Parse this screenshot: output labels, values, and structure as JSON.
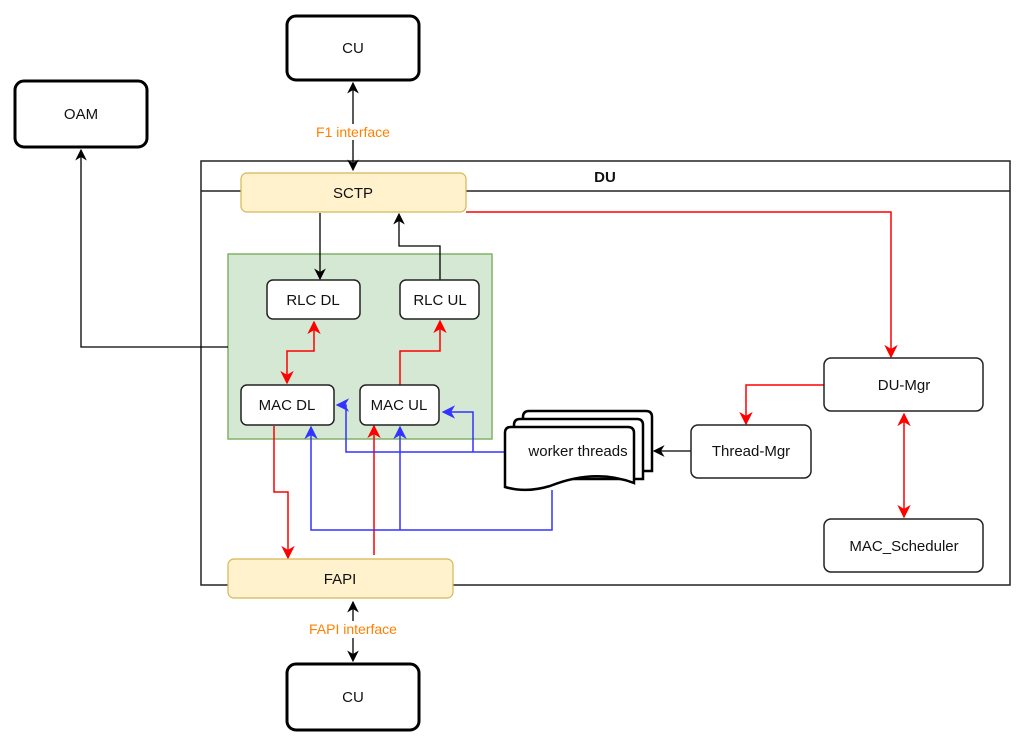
{
  "diagram": {
    "title": "DU",
    "external": {
      "cu_top": "CU",
      "oam": "OAM",
      "cu_bottom": "CU"
    },
    "interfaces": {
      "f1": "F1 interface",
      "fapi": "FAPI interface"
    },
    "nodes": {
      "sctp": "SCTP",
      "rlc_dl": "RLC DL",
      "rlc_ul": "RLC UL",
      "mac_dl": "MAC DL",
      "mac_ul": "MAC UL",
      "worker_threads": "worker threads",
      "thread_mgr": "Thread-Mgr",
      "du_mgr": "DU-Mgr",
      "mac_scheduler": "MAC_Scheduler",
      "fapi": "FAPI"
    },
    "colors": {
      "interface_label": "#ff8000",
      "control_edge": "#ff0000",
      "worker_edge": "#3333ff",
      "data_edge": "#000000",
      "layer_group_fill": "#d5e8d4",
      "adapter_fill": "#fff2cc"
    },
    "edges": [
      {
        "from": "CU",
        "to": "SCTP",
        "color": "black",
        "bidirectional": true,
        "label": "F1 interface"
      },
      {
        "from": "SCTP",
        "to": "RLC DL",
        "color": "black"
      },
      {
        "from": "RLC UL",
        "to": "SCTP",
        "color": "black"
      },
      {
        "from": "RLC/MAC group",
        "to": "OAM",
        "color": "black"
      },
      {
        "from": "RLC DL",
        "to": "MAC DL",
        "color": "red",
        "bidirectional": true
      },
      {
        "from": "MAC UL",
        "to": "RLC UL",
        "color": "red"
      },
      {
        "from": "MAC DL",
        "to": "FAPI",
        "color": "red"
      },
      {
        "from": "FAPI",
        "to": "MAC UL",
        "color": "red"
      },
      {
        "from": "SCTP",
        "to": "DU-Mgr",
        "color": "red"
      },
      {
        "from": "DU-Mgr",
        "to": "Thread-Mgr",
        "color": "red"
      },
      {
        "from": "DU-Mgr",
        "to": "MAC_Scheduler",
        "color": "red",
        "bidirectional": true
      },
      {
        "from": "Thread-Mgr",
        "to": "worker threads",
        "color": "black"
      },
      {
        "from": "worker threads",
        "to": "MAC DL",
        "color": "blue"
      },
      {
        "from": "worker threads",
        "to": "MAC UL",
        "color": "blue"
      },
      {
        "from": "FAPI",
        "to": "CU",
        "color": "black",
        "bidirectional": true,
        "label": "FAPI interface"
      }
    ]
  }
}
